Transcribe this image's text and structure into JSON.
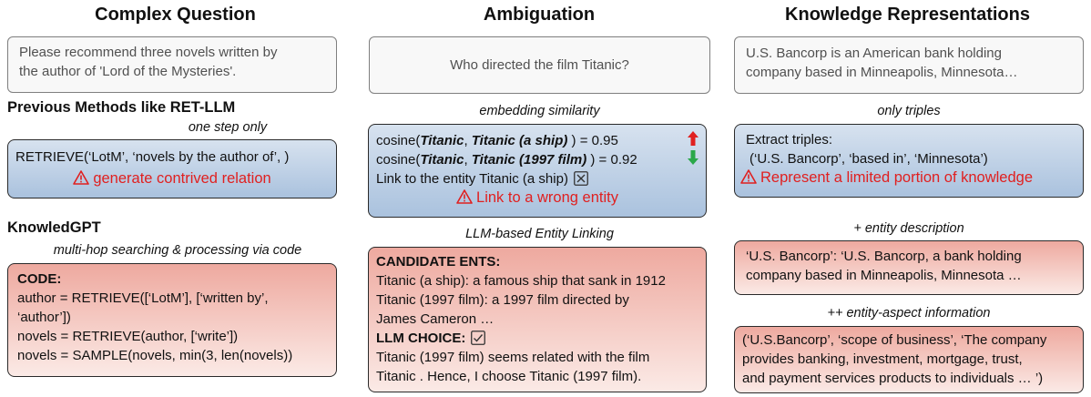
{
  "columns": {
    "col1": {
      "title": "Complex Question"
    },
    "col2": {
      "title": "Ambiguation"
    },
    "col3": {
      "title": "Knowledge Representations"
    }
  },
  "col1": {
    "question": [
      "Please recommend three novels written by",
      "the author of 'Lord of the Mysteries'."
    ],
    "prev_title": "Previous Methods like RET-LLM",
    "prev_caption": "one step only",
    "prev_code": "RETRIEVE(‘LotM’, ‘novels by the author of’, )",
    "prev_warning": "generate contrived relation",
    "kgpt_title": "KnowledGPT",
    "kgpt_caption": "multi-hop searching & processing via code",
    "code_label": "CODE:",
    "code_lines": [
      "author = RETRIEVE([‘LotM’], [‘written by’,",
      "‘author’])",
      "novels = RETRIEVE(author, [‘write’])",
      "novels = SAMPLE(novels, min(3, len(novels))"
    ]
  },
  "col2": {
    "question": "Who directed the film Titanic?",
    "embed_caption": "embedding similarity",
    "cos1_prefix": "cosine(",
    "cos1_a": "Titanic",
    "cos_sep": ", ",
    "cos1_b": "Titanic (a ship)",
    "cos1_suffix": " ) = 0.95",
    "cos2_prefix": "cosine(",
    "cos2_a": "Titanic",
    "cos2_b": "Titanic (1997 film)",
    "cos2_suffix": " ) = 0.92",
    "link_text": "Link to the entity Titanic (a ship)",
    "embed_warning": "Link to a wrong entity",
    "llm_caption": "LLM-based Entity Linking",
    "cand_label": "CANDIDATE ENTS:",
    "cand_lines": [
      "Titanic (a ship): a famous ship that sank in 1912",
      "Titanic (1997 film): a 1997 film directed by",
      "James Cameron …"
    ],
    "choice_label": "LLM CHOICE:",
    "choice_lines": [
      "Titanic (1997 film) seems related with the film",
      "Titanic . Hence, I choose Titanic (1997 film)."
    ]
  },
  "col3": {
    "text": [
      "U.S. Bancorp is an American bank holding",
      "company based in Minneapolis, Minnesota…"
    ],
    "triples_caption": "only triples",
    "triples_label": "Extract triples:",
    "triple": "(‘U.S. Bancorp’, ‘based in’, ‘Minnesota’)",
    "triples_warning": "Represent a limited portion of knowledge",
    "desc_caption": "+ entity description",
    "desc_lines": [
      "‘U.S. Bancorp’: ‘U.S. Bancorp, a bank holding",
      "company based in Minneapolis, Minnesota …"
    ],
    "aspect_caption": "++ entity-aspect information",
    "aspect_lines": [
      "(‘U.S.Bancorp’, ‘scope of business’, ‘The company",
      "provides banking, investment, mortgage, trust,",
      "and payment services products to individuals … ’)"
    ]
  },
  "colors": {
    "blue_top": "#d7e2ef",
    "blue_bottom": "#aac2de",
    "red_top": "#eea99f",
    "red_bottom": "#fbeae6",
    "warning": "#e02020",
    "up_arrow": "#e02020",
    "down_arrow": "#2aa84a"
  },
  "icons": [
    "warning-icon",
    "up-arrow-icon",
    "down-arrow-icon",
    "x-box-icon",
    "check-box-icon"
  ]
}
